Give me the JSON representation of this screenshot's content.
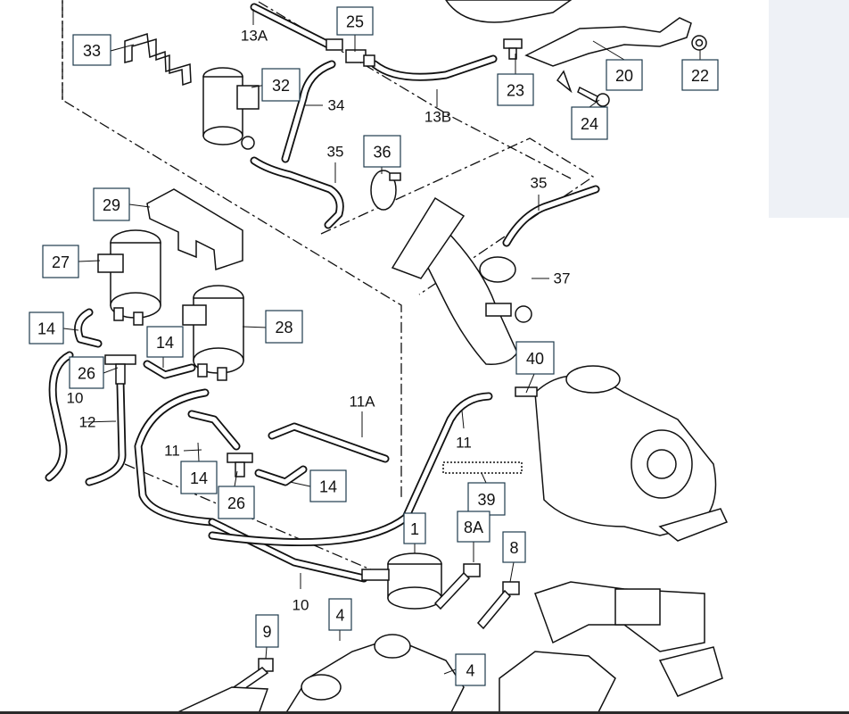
{
  "callouts_boxed": [
    {
      "id": "c33",
      "label": "33"
    },
    {
      "id": "c25",
      "label": "25"
    },
    {
      "id": "c32",
      "label": "32"
    },
    {
      "id": "c23",
      "label": "23"
    },
    {
      "id": "c20",
      "label": "20"
    },
    {
      "id": "c22",
      "label": "22"
    },
    {
      "id": "c24",
      "label": "24"
    },
    {
      "id": "c36",
      "label": "36"
    },
    {
      "id": "c29",
      "label": "29"
    },
    {
      "id": "c27",
      "label": "27"
    },
    {
      "id": "c14a",
      "label": "14"
    },
    {
      "id": "c14b",
      "label": "14"
    },
    {
      "id": "c28",
      "label": "28"
    },
    {
      "id": "c26a",
      "label": "26"
    },
    {
      "id": "c40",
      "label": "40"
    },
    {
      "id": "c14c",
      "label": "14"
    },
    {
      "id": "c14d",
      "label": "14"
    },
    {
      "id": "c26b",
      "label": "26"
    },
    {
      "id": "c39",
      "label": "39"
    },
    {
      "id": "c1",
      "label": "1"
    },
    {
      "id": "c8A",
      "label": "8A"
    },
    {
      "id": "c8",
      "label": "8"
    },
    {
      "id": "c4a",
      "label": "4"
    },
    {
      "id": "c9",
      "label": "9"
    },
    {
      "id": "c4b",
      "label": "4"
    }
  ],
  "callouts_plain": [
    {
      "id": "p13A",
      "label": "13A"
    },
    {
      "id": "p34",
      "label": "34"
    },
    {
      "id": "p13B",
      "label": "13B"
    },
    {
      "id": "p35a",
      "label": "35"
    },
    {
      "id": "p35b",
      "label": "35"
    },
    {
      "id": "p37",
      "label": "37"
    },
    {
      "id": "p10a",
      "label": "10"
    },
    {
      "id": "p12",
      "label": "12"
    },
    {
      "id": "p11A",
      "label": "11A"
    },
    {
      "id": "p11a",
      "label": "11"
    },
    {
      "id": "p11b",
      "label": "11"
    },
    {
      "id": "p10b",
      "label": "10"
    }
  ]
}
